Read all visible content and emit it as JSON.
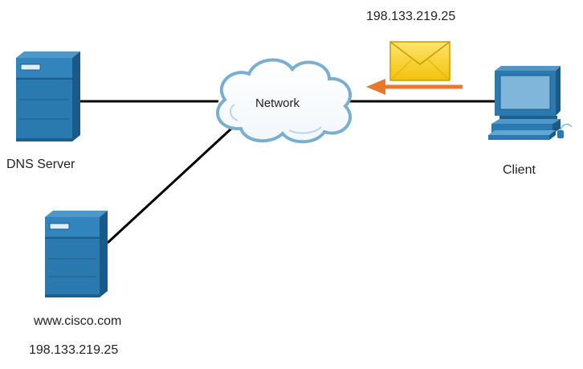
{
  "nodes": {
    "dns_server": {
      "label": "DNS Server",
      "icon": "server-tower-icon"
    },
    "web_server": {
      "label": "www.cisco.com",
      "ip": "198.133.219.25",
      "icon": "server-tower-icon"
    },
    "network": {
      "label": "Network",
      "icon": "cloud-icon"
    },
    "client": {
      "label": "Client",
      "icon": "desktop-computer-icon"
    }
  },
  "packet": {
    "ip": "198.133.219.25",
    "icon": "envelope-icon",
    "direction": "client-to-network"
  },
  "colors": {
    "device_blue": "#2a7ab0",
    "device_dark": "#1d5f8c",
    "device_light": "#5fa8d6",
    "cloud_stroke": "#7aaed0",
    "link": "#000000",
    "arrow": "#e8782a",
    "envelope": "#f7d117"
  }
}
